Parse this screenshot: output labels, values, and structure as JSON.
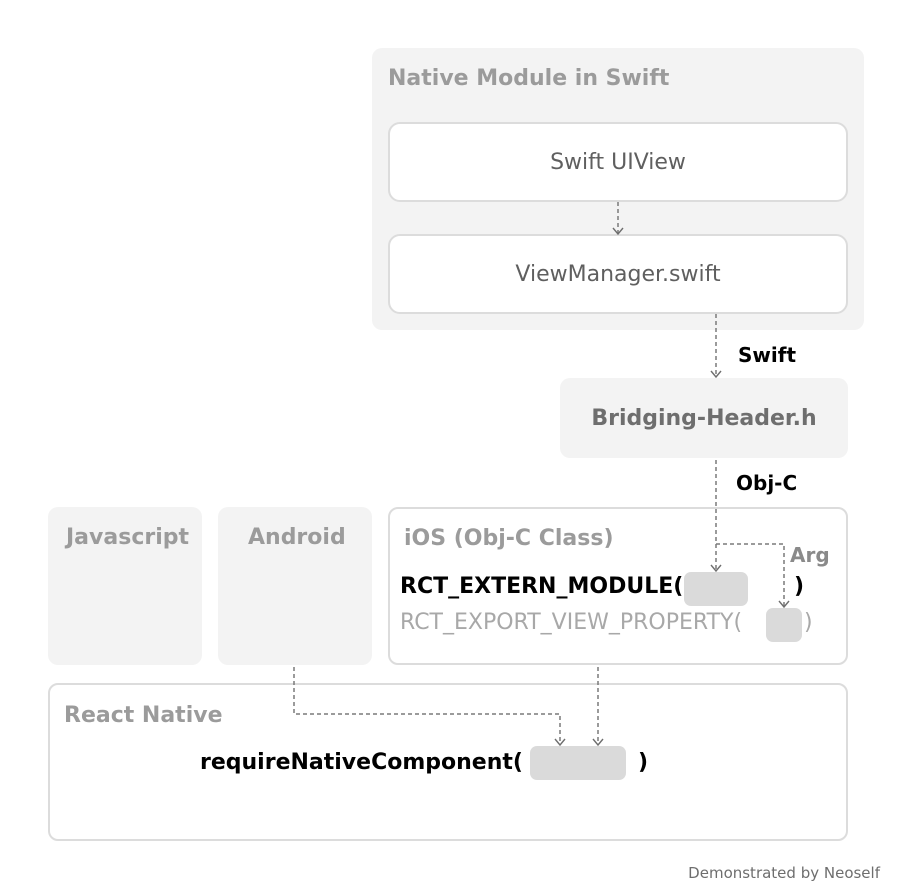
{
  "swift_group": {
    "title": "Native Module in Swift",
    "card_uiview": "Swift UIView",
    "card_viewmanager": "ViewManager.swift"
  },
  "bridging_header": "Bridging-Header.h",
  "edges": {
    "swift_label": "Swift",
    "objc_label": "Obj-C",
    "arg_label": "Arg"
  },
  "platforms": {
    "javascript": "Javascript",
    "android": "Android",
    "ios": "iOS (Obj-C Class)"
  },
  "ios_code": {
    "extern_module": "RCT_EXTERN_MODULE(",
    "extern_module_close": ")",
    "export_view_property": "RCT_EXPORT_VIEW_PROPERTY(",
    "export_view_property_close": ")"
  },
  "react_native": {
    "title": "React Native",
    "require_call": "requireNativeComponent(",
    "require_call_close": ")"
  },
  "credit": "Demonstrated by Neoself"
}
